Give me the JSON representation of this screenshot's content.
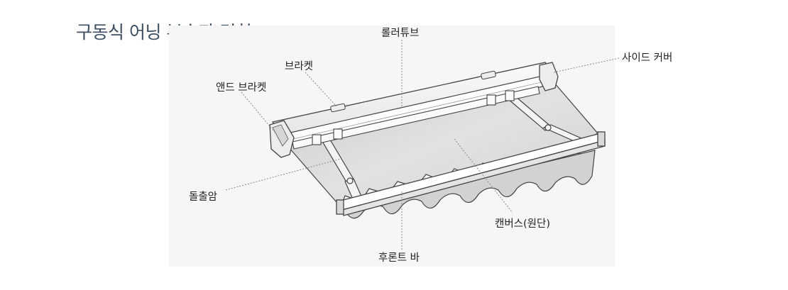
{
  "title": "구동식 어닝 부속과 명칭",
  "labels": {
    "roller_tube": "롤러튜브",
    "bracket": "브라켓",
    "side_cover": "사이드 커버",
    "end_bracket": "앤드 브라켓",
    "arm": "돌출암",
    "canvas": "캔버스(원단)",
    "front_bar": "후론트 바"
  },
  "colors": {
    "title": "#3d4f63",
    "line": "#444444",
    "canvas": "#d8d8d8",
    "leader": "#8a8a8a"
  }
}
